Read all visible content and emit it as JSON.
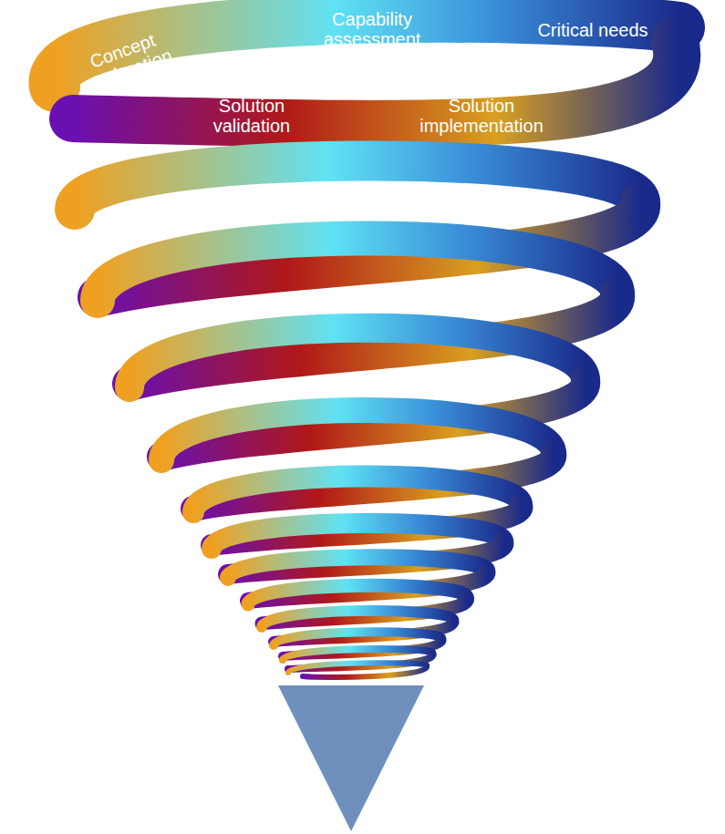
{
  "diagram": {
    "labels": [
      "Concept exploration",
      "Capability assessment",
      "Critical needs",
      "Solution validation",
      "Solution implementation"
    ]
  }
}
